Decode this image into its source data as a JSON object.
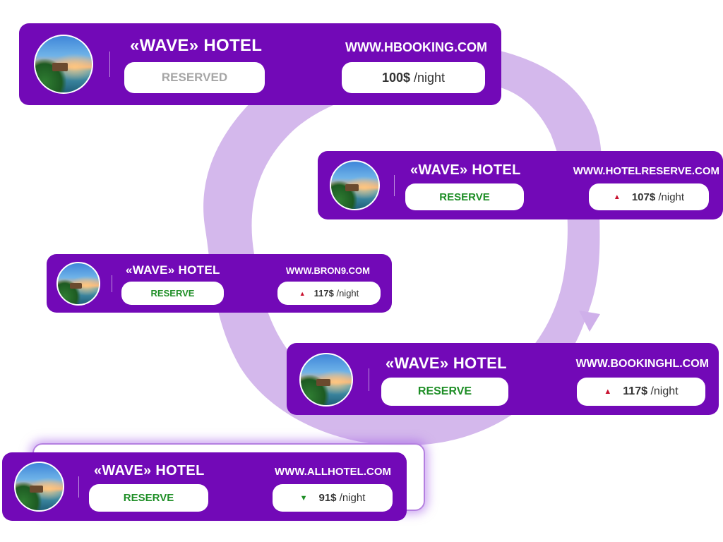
{
  "colors": {
    "card_bg": "#7209b7",
    "swirl": "#cfb0ea",
    "reserve_green": "#1e8e26",
    "reserved_gray": "#a6a6a6",
    "price_up": "#c8102e",
    "price_down": "#1e8e26"
  },
  "listings": [
    {
      "hotel": "«WAVE» HOTEL",
      "site": "WWW.HBOOKING.COM",
      "status": "RESERVED",
      "trend": "",
      "price": "100$",
      "unit": "/night"
    },
    {
      "hotel": "«WAVE» HOTEL",
      "site": "WWW.HOTELRESERVE.COM",
      "status": "RESERVE",
      "trend": "▲",
      "price": "107$",
      "unit": "/night"
    },
    {
      "hotel": "«WAVE» HOTEL",
      "site": "WWW.BRON9.COM",
      "status": "RESERVE",
      "trend": "▲",
      "price": "117$",
      "unit": "/night"
    },
    {
      "hotel": "«WAVE» HOTEL",
      "site": "WWW.BOOKINGHL.COM",
      "status": "RESERVE",
      "trend": "▲",
      "price": "117$",
      "unit": "/night"
    },
    {
      "hotel": "«WAVE» HOTEL",
      "site": "WWW.ALLHOTEL.COM",
      "status": "RESERVE",
      "trend": "▼",
      "price": "91$",
      "unit": "/night"
    }
  ],
  "icons": {
    "avatar": "hotel-beach-photo",
    "trend_up": "triangle-up-icon",
    "trend_down": "triangle-down-icon"
  }
}
